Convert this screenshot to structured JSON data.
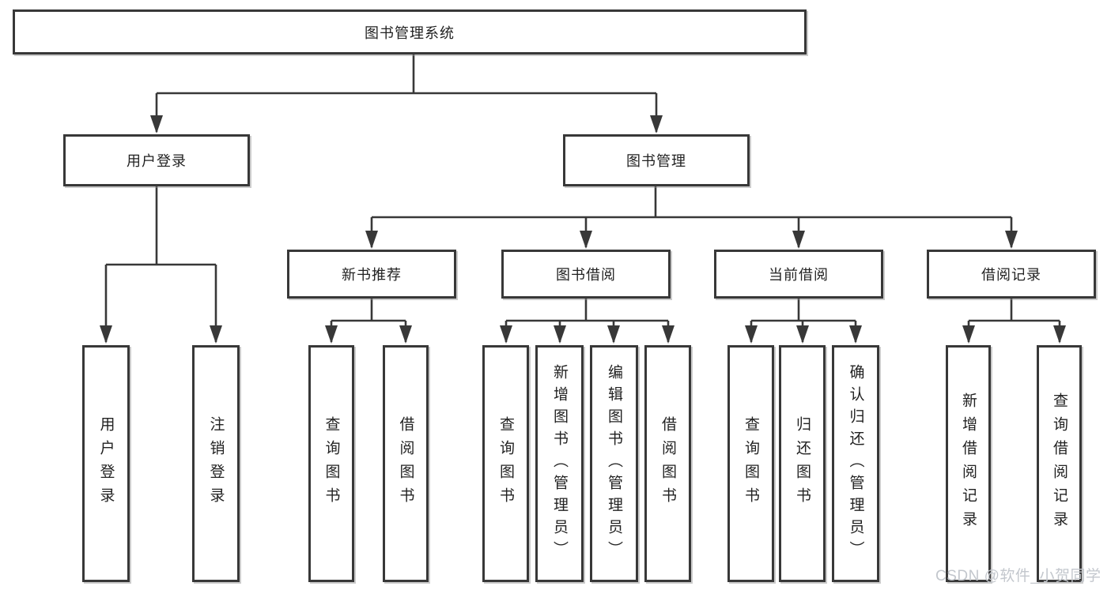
{
  "title_box": {
    "label": "图书管理系统"
  },
  "level2": [
    {
      "label": "用户登录"
    },
    {
      "label": "图书管理"
    }
  ],
  "level3": [
    {
      "label": "新书推荐"
    },
    {
      "label": "图书借阅"
    },
    {
      "label": "当前借阅"
    },
    {
      "label": "借阅记录"
    }
  ],
  "leaves": [
    {
      "label": "用户登录"
    },
    {
      "label": "注销登录"
    },
    {
      "label": "查询图书"
    },
    {
      "label": "借阅图书"
    },
    {
      "label": "查询图书"
    },
    {
      "label": "新增图书（管理员）"
    },
    {
      "label": "编辑图书（管理员）"
    },
    {
      "label": "借阅图书"
    },
    {
      "label": "查询图书"
    },
    {
      "label": "归还图书"
    },
    {
      "label": "确认归还（管理员）"
    },
    {
      "label": "新增借阅记录"
    },
    {
      "label": "查询借阅记录"
    }
  ],
  "watermark": {
    "text": "CSDN @软件_小贺同学"
  },
  "colors": {
    "line": "#383838",
    "box_border": "#383838",
    "text": "#222222",
    "watermark": "#c3c7cd",
    "background": "#ffffff"
  }
}
